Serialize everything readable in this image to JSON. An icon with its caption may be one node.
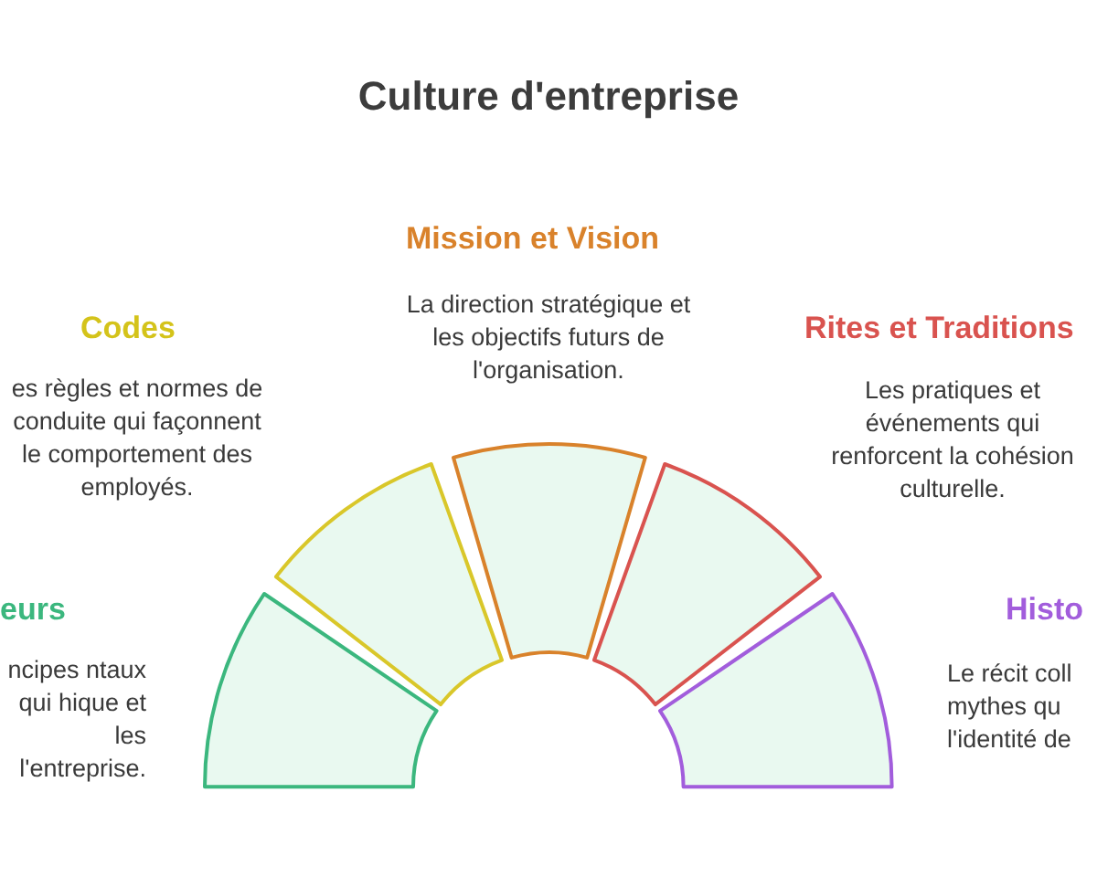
{
  "diagram": {
    "title": "Culture d'entreprise",
    "nodes": [
      {
        "text": [],
        "shape": "arc"
      },
      {
        "text": [],
        "shape": "arc"
      },
      {
        "text": [],
        "shape": "arc"
      },
      {
        "text": [],
        "shape": "arc"
      },
      {
        "text": [],
        "shape": "arc"
      }
    ],
    "labels": [
      "Mission et Vision",
      "La direction stratégique et les objectifs futurs de l'organisation.",
      "Codes",
      "es règles et normes de conduite qui façonnent le comportement des employés.",
      "Rites et Traditions",
      "Les pratiques et événements qui renforcent la cohésion culturelle.",
      "eurs",
      "ncipes ntaux qui hique et les l'entreprise.",
      "Histo",
      "Le récit coll mythes qu l'identité de"
    ]
  }
}
